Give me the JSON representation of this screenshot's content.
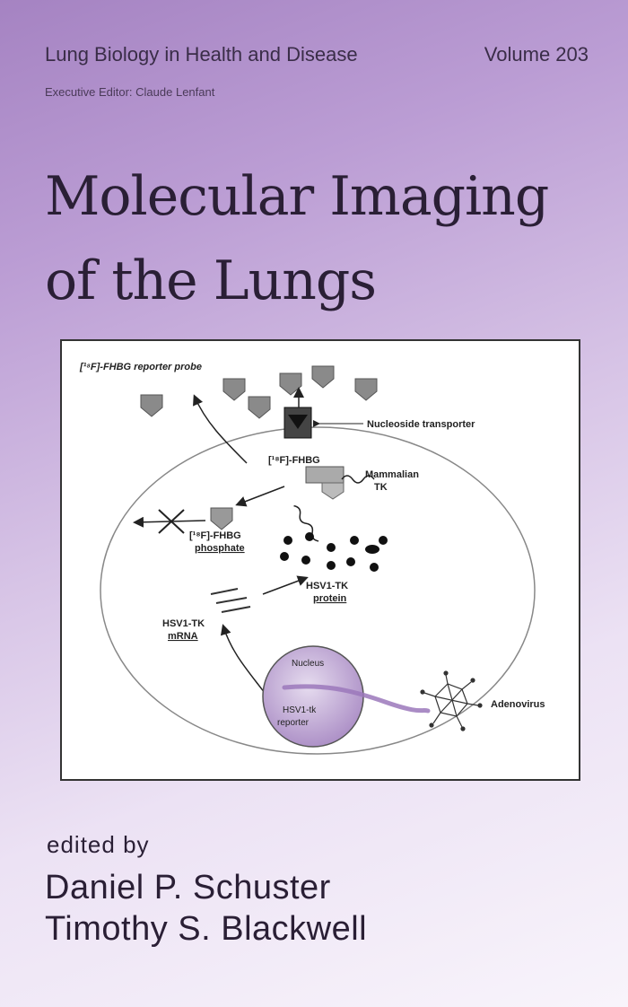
{
  "cover": {
    "series": "Lung Biology in Health and Disease",
    "volume": "Volume 203",
    "executive_editor": "Executive Editor: Claude Lenfant",
    "title_line1": "Molecular Imaging",
    "title_line2": "of the Lungs",
    "edited_by": "edited by",
    "authors": [
      "Daniel P. Schuster",
      "Timothy S. Blackwell"
    ]
  },
  "figure": {
    "probe_label": "[¹⁸F]-FHBG reporter probe",
    "transporter_label": "Nucleoside transporter",
    "fhbg_label": "[¹⁸F]-FHBG",
    "mammalian_tk_line1": "Mammalian",
    "mammalian_tk_line2": "TK",
    "phosphate_line1": "[¹⁸F]-FHBG",
    "phosphate_line2": "phosphate",
    "protein_line1": "HSV1-TK",
    "protein_line2": "protein",
    "mrna_line1": "HSV1-TK",
    "mrna_line2": "mRNA",
    "nucleus_label": "Nucleus",
    "reporter_line1": "HSV1-tk",
    "reporter_line2": "reporter",
    "adenovirus_label": "Adenovirus"
  },
  "colors": {
    "cover_purple": "#a583c2",
    "probe_gray": "#8a8a8a",
    "nucleus_purple": "#a98bc4"
  }
}
